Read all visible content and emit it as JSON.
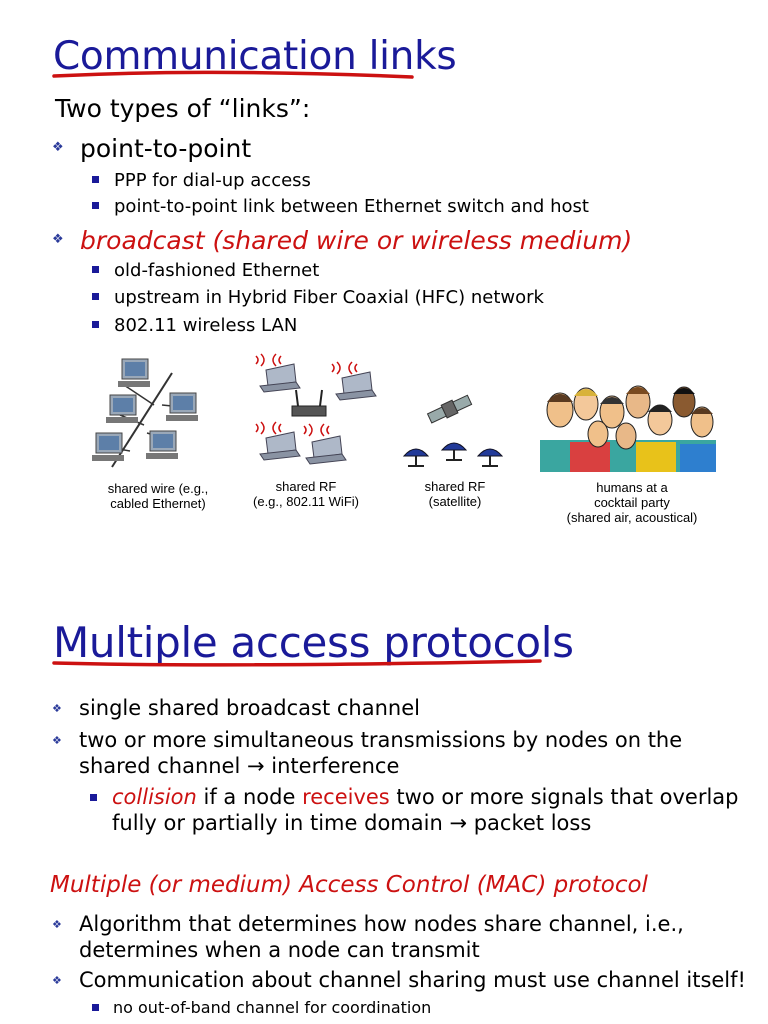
{
  "slide1": {
    "title": "Communication links",
    "lead": "Two types of “links”:",
    "point_to_point": {
      "label": "point-to-point",
      "items": [
        "PPP for dial-up access",
        "point-to-point link between Ethernet switch and host"
      ]
    },
    "broadcast": {
      "label": "broadcast (shared wire or wireless medium)",
      "items": [
        "old-fashioned Ethernet",
        "upstream in Hybrid Fiber Coaxial (HFC) network",
        "802.11 wireless LAN"
      ]
    },
    "figures": {
      "wire": [
        "shared wire (e.g.,",
        "cabled Ethernet)"
      ],
      "rf": [
        "shared RF",
        "(e.g., 802.11 WiFi)"
      ],
      "satellite": [
        "shared RF",
        "(satellite)"
      ],
      "humans": [
        "humans at a",
        "cocktail party",
        "(shared air, acoustical)"
      ]
    }
  },
  "slide2": {
    "title": "Multiple access protocols",
    "bullets": [
      "single shared broadcast channel",
      "two or more simultaneous transmissions by nodes on the",
      "shared channel ",
      " interference"
    ],
    "arrow": "→",
    "collision": {
      "word": "collision",
      "part1": " if a node ",
      "receives": "receives",
      "part2": " two or more signals that overlap",
      "line2a": "fully or partially in time domain ",
      "line2b": " packet loss"
    },
    "mac_heading": "Multiple (or medium) Access Control (MAC) protocol",
    "mac_bullets": [
      [
        "Algorithm that determines how nodes share channel, i.e.,",
        "determines when a node can transmit"
      ],
      [
        "Communication about channel sharing must use channel itself!"
      ]
    ],
    "mac_sub": "no out-of-band channel for coordination"
  },
  "colors": {
    "title": "#1a1a99",
    "accent_red": "#cc1111"
  }
}
